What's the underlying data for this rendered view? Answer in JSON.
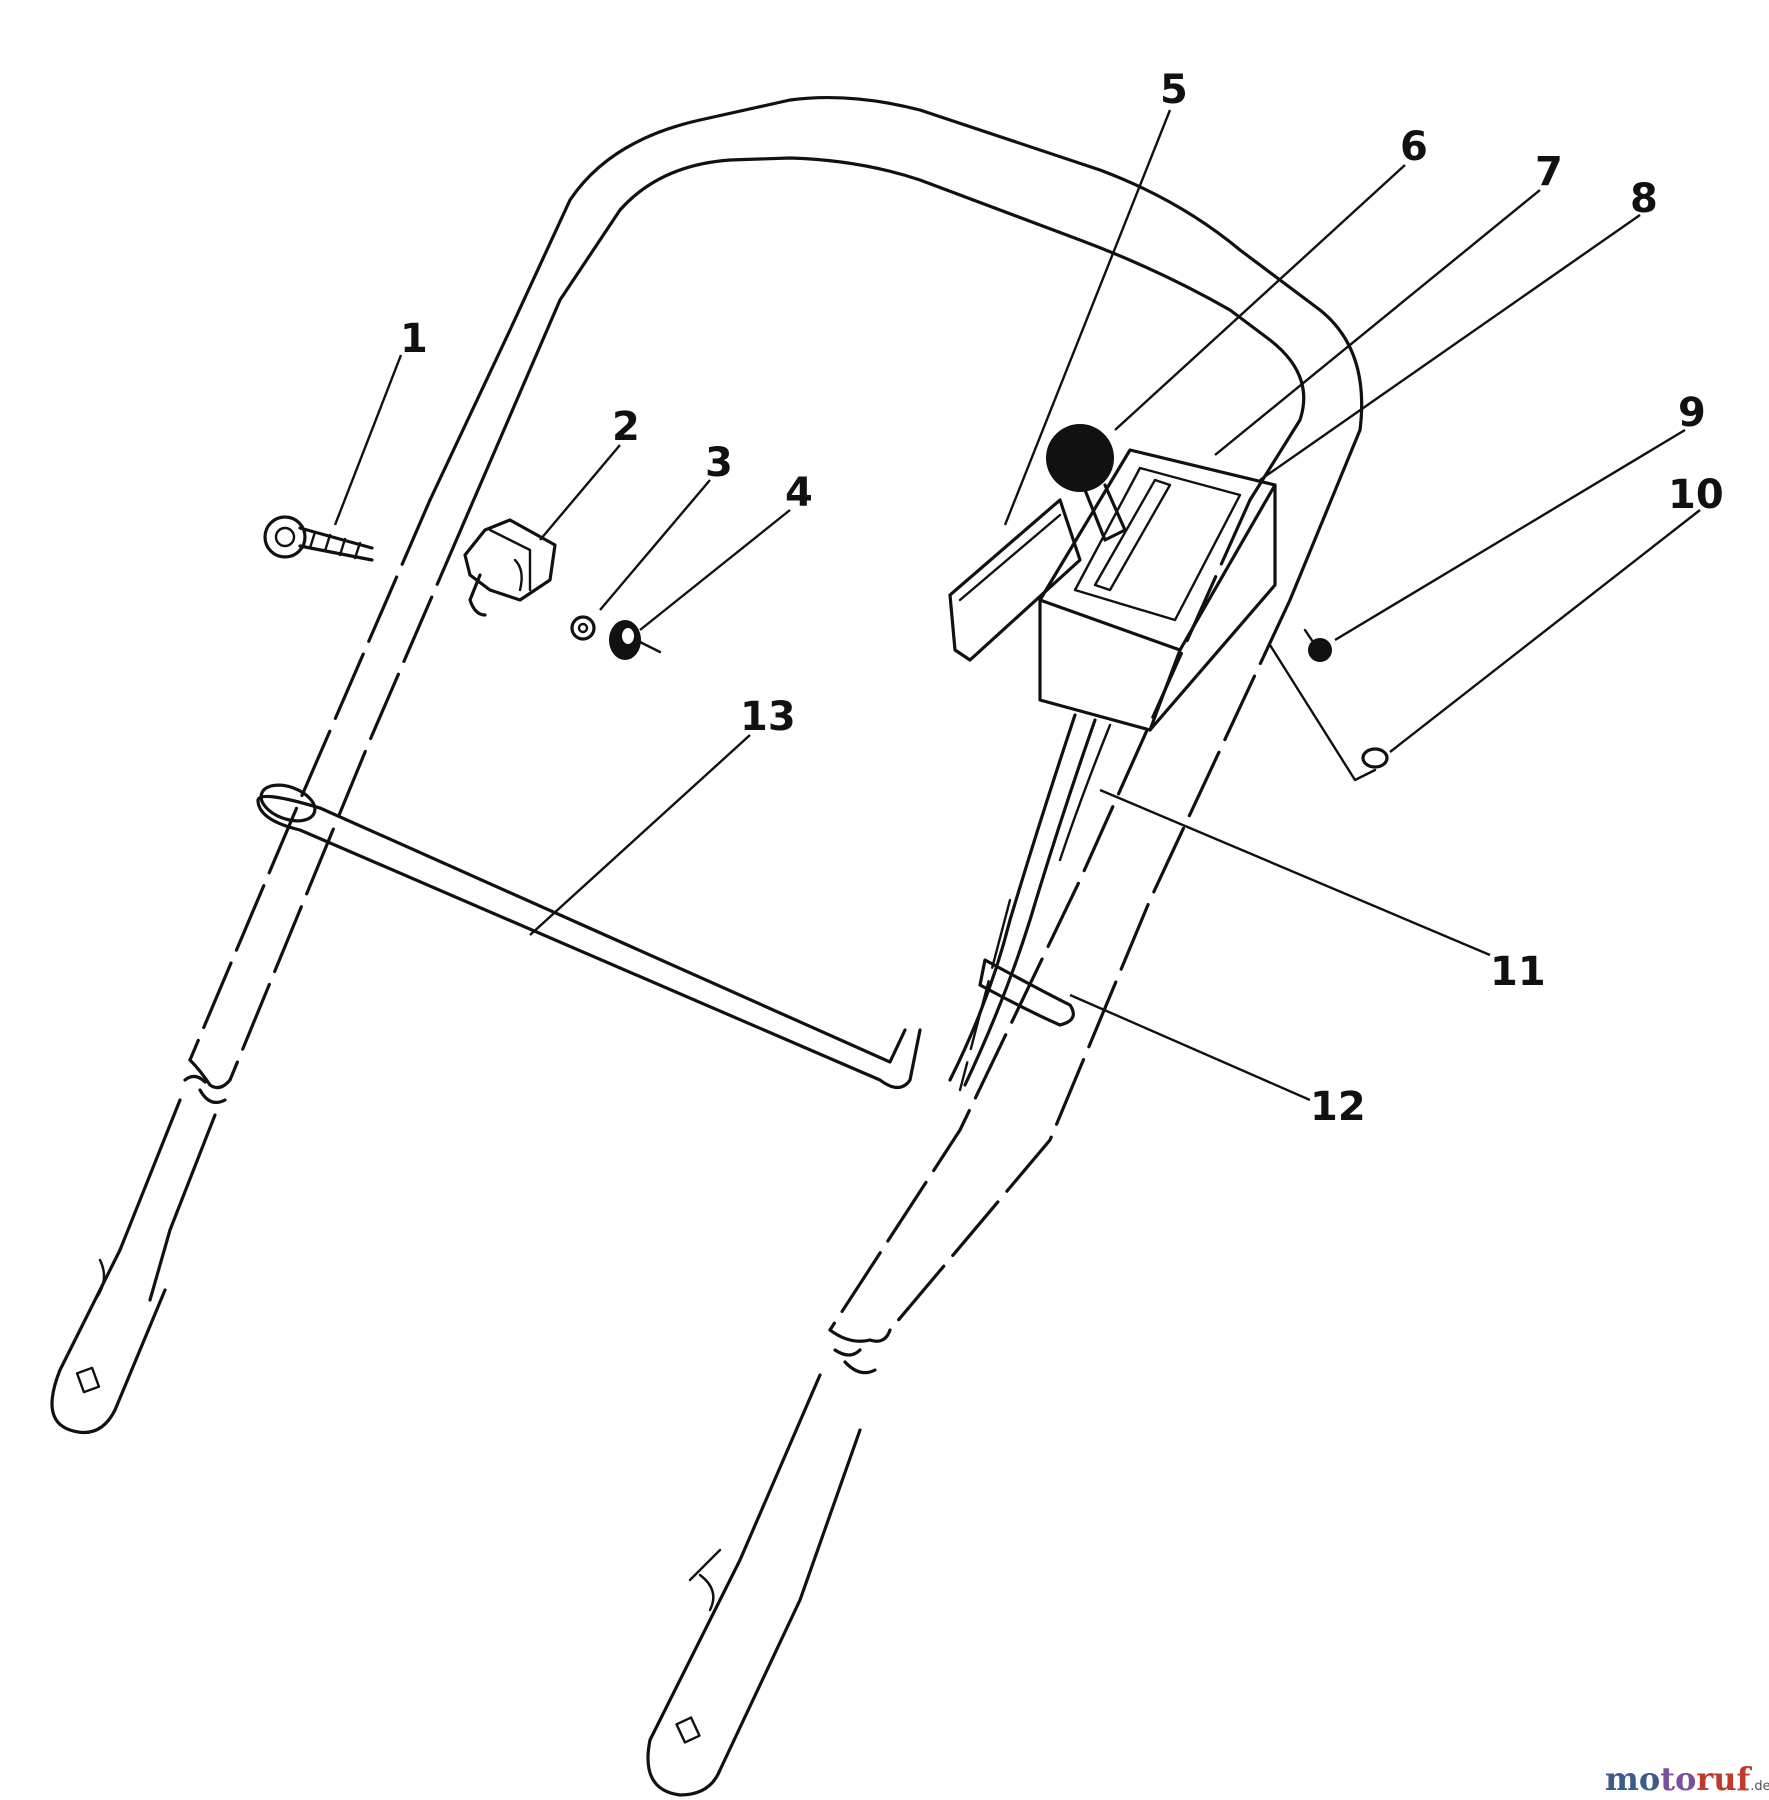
{
  "diagram": {
    "callouts": [
      {
        "id": "1",
        "label": "1"
      },
      {
        "id": "2",
        "label": "2"
      },
      {
        "id": "3",
        "label": "3"
      },
      {
        "id": "4",
        "label": "4"
      },
      {
        "id": "5",
        "label": "5"
      },
      {
        "id": "6",
        "label": "6"
      },
      {
        "id": "7",
        "label": "7"
      },
      {
        "id": "8",
        "label": "8"
      },
      {
        "id": "9",
        "label": "9"
      },
      {
        "id": "10",
        "label": "10"
      },
      {
        "id": "11",
        "label": "11"
      },
      {
        "id": "12",
        "label": "12"
      },
      {
        "id": "13",
        "label": "13"
      }
    ]
  },
  "watermark": {
    "part1": "mo",
    "part2": "to",
    "part3": "ruf",
    "suffix": ".de"
  },
  "colors": {
    "ink": "#111111",
    "background": "#ffffff",
    "watermark_blue": "#3c5a8c",
    "watermark_purple": "#7a4f9c",
    "watermark_red": "#c0392b"
  }
}
